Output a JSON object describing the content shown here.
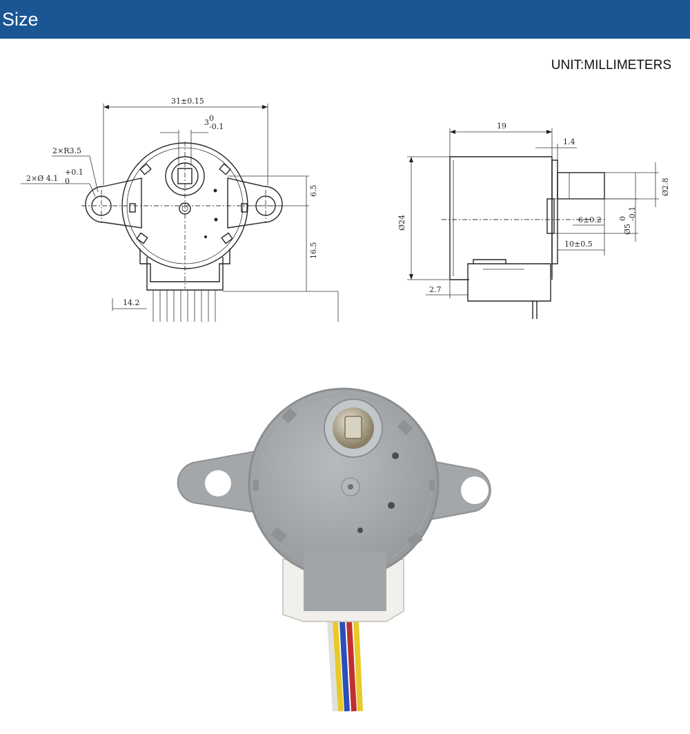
{
  "header": {
    "title": "Size",
    "color": "#1a5694"
  },
  "unit_label": "UNIT:MILLIMETERS",
  "front_view": {
    "width_dim": "31±0.15",
    "shaft_flat_dim": "3",
    "shaft_flat_sup": "0",
    "shaft_flat_sub": "-0.1",
    "ear_radius": "2×R3.5",
    "hole_dim": "2×Ø 4.1",
    "hole_sup": "+0.1",
    "hole_sub": "0",
    "offset_dim": "6.5",
    "height_dim": "16.5",
    "connector_dim": "14.2"
  },
  "side_view": {
    "length_dim": "19",
    "flange_dim": "1.4",
    "body_dia": "Ø24",
    "shaft_dia": "Ø2.8",
    "shaft_len": "6±0.2",
    "boss_dia": "Ø5",
    "boss_sup": "0",
    "boss_sub": "-0.1",
    "shaft_total": "10±0.5",
    "base_dim": "2.7"
  },
  "photo": {
    "subject": "stepper-motor",
    "body_color": "#a9acae",
    "wire_colors": [
      "#e8c92a",
      "#c03030",
      "#2a4fb8",
      "#e0e0e0"
    ]
  }
}
